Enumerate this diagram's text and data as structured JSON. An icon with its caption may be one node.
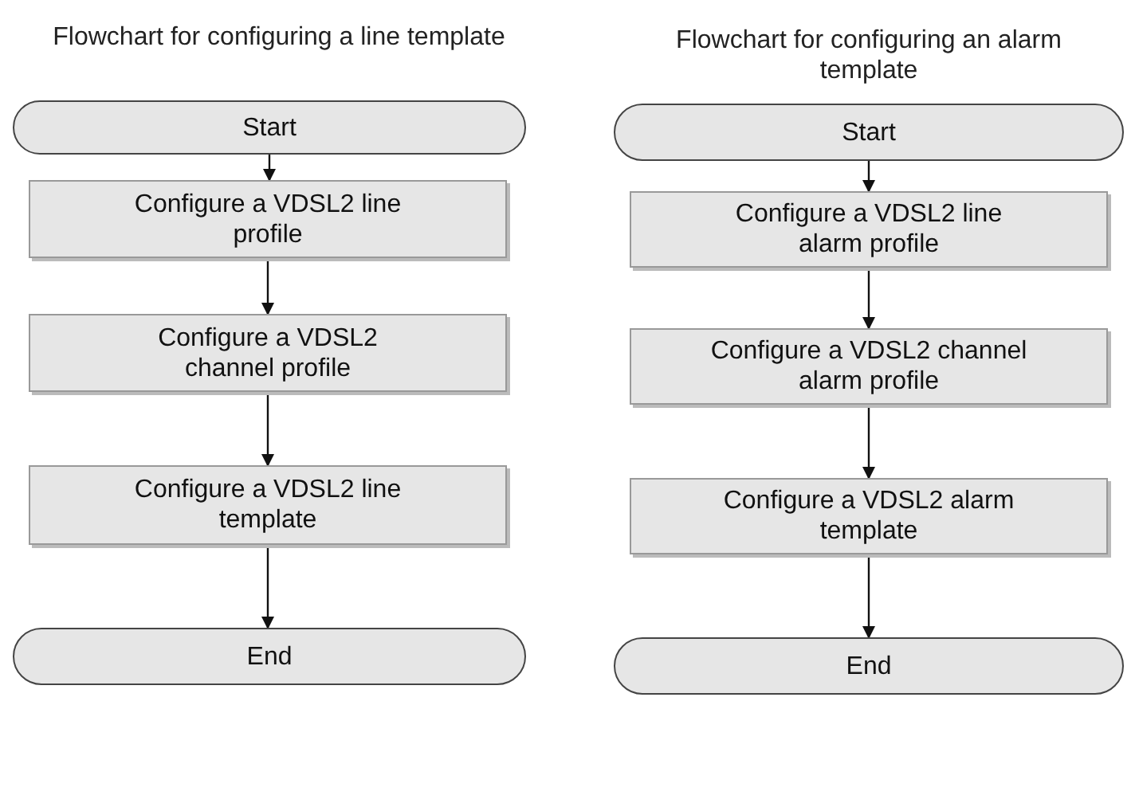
{
  "diagram": {
    "nodes": [
      {
        "text": [
          "Start"
        ]
      },
      {
        "text": [
          "Configure a VDSL2 line profile"
        ]
      },
      {
        "text": [
          "Configure a VDSL2 channel profile"
        ]
      },
      {
        "text": [
          "Configure a VDSL2 line template"
        ]
      },
      {
        "text": [
          "End"
        ]
      },
      {
        "text": [
          "Start"
        ]
      },
      {
        "text": [
          "Configure a VDSL2 line alarm profile"
        ]
      },
      {
        "text": [
          "Configure a VDSL2 channel alarm profile"
        ]
      },
      {
        "text": [
          "Configure a VDSL2 alarm template"
        ]
      },
      {
        "text": [
          "End"
        ]
      }
    ],
    "edges": [
      {
        "from": 0,
        "to": 1,
        "arrow": "to"
      },
      {
        "from": 1,
        "to": 2,
        "arrow": "to"
      },
      {
        "from": 2,
        "to": 3,
        "arrow": "to"
      },
      {
        "from": 3,
        "to": 4,
        "arrow": "to"
      },
      {
        "from": 5,
        "to": 6,
        "arrow": "to"
      },
      {
        "from": 6,
        "to": 7,
        "arrow": "to"
      },
      {
        "from": 7,
        "to": 8,
        "arrow": "to"
      },
      {
        "from": 8,
        "to": 9,
        "arrow": "to"
      }
    ],
    "labels": [
      "Flowchart for configuring a line template",
      "Flowchart for configuring an alarm template"
    ]
  }
}
